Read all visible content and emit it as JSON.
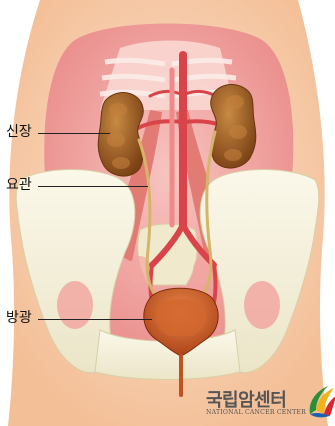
{
  "labels": {
    "kidney": "신장",
    "ureter": "요관",
    "bladder": "방광"
  },
  "logo": {
    "korean": "국립암센터",
    "english": "NATIONAL CANCER CENTER"
  },
  "colors": {
    "skin": "#f6c9a3",
    "flesh_pink": "#ef9a9a",
    "muscle_red": "#e06f6f",
    "bone": "#f4f0dc",
    "kidney": "#9a5a22",
    "artery": "#d9434a",
    "bladder": "#c2521f"
  }
}
